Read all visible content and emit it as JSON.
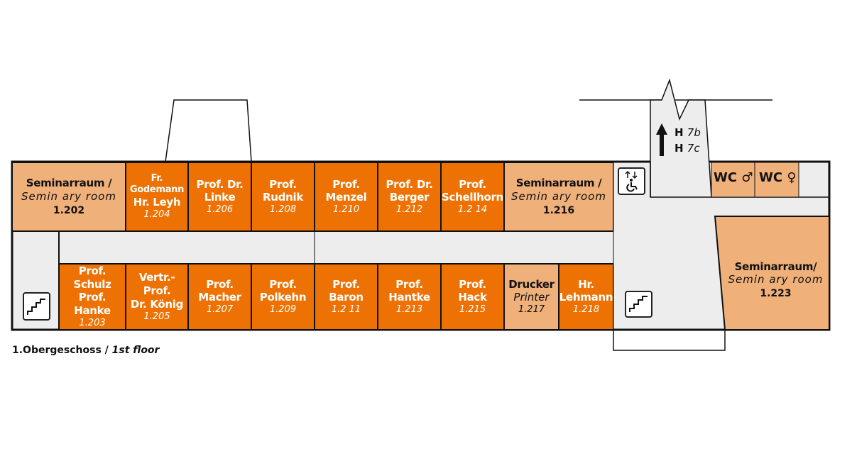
{
  "colors": {
    "office": "#EE7203",
    "seminar": "#EFB07A",
    "corridor": "#EDEDED"
  },
  "top_rooms": [
    {
      "lines": [
        "Seminarraum /"
      ],
      "en": "Semin ary room",
      "num": "1.202",
      "type": "seminar"
    },
    {
      "lines": [
        "Fr.",
        "Godemann",
        "Hr. Leyh"
      ],
      "num": "1.204",
      "type": "office"
    },
    {
      "lines": [
        "Prof. Dr.",
        "Linke"
      ],
      "num": "1.206",
      "type": "office"
    },
    {
      "lines": [
        "Prof.",
        "Rudnik"
      ],
      "num": "1.208",
      "type": "office"
    },
    {
      "lines": [
        "Prof.",
        "Menzel"
      ],
      "num": "1.210",
      "type": "office"
    },
    {
      "lines": [
        "Prof. Dr.",
        "Berger"
      ],
      "num": "1.212",
      "type": "office"
    },
    {
      "lines": [
        "Prof.",
        "Schellhorn"
      ],
      "num": "1.2 14",
      "type": "office"
    },
    {
      "lines": [
        "Seminarraum /"
      ],
      "en": "Semin ary room",
      "num": "1.216",
      "type": "seminar"
    }
  ],
  "bottom_rooms": [
    {
      "lines": [
        "Prof. Schulz",
        "Prof. Hanke"
      ],
      "num": "1.203",
      "type": "office"
    },
    {
      "lines": [
        "Vertr.-Prof.",
        "Dr. König"
      ],
      "num": "1.205",
      "type": "office"
    },
    {
      "lines": [
        "Prof.",
        "Macher"
      ],
      "num": "1.207",
      "type": "office"
    },
    {
      "lines": [
        "Prof.",
        "Polkehn"
      ],
      "num": "1.209",
      "type": "office"
    },
    {
      "lines": [
        "Prof.",
        "Baron"
      ],
      "num": "1.2 11",
      "type": "office"
    },
    {
      "lines": [
        "Prof.",
        "Hantke"
      ],
      "num": "1.213",
      "type": "office"
    },
    {
      "lines": [
        "Prof.",
        "Hack"
      ],
      "num": "1.215",
      "type": "office"
    },
    {
      "lines": [
        "Drucker"
      ],
      "en": "Printer",
      "num": "1.217",
      "type": "printer"
    },
    {
      "lines": [
        "Hr.",
        "Lehmann"
      ],
      "num": "1.218",
      "type": "office"
    }
  ],
  "seminar_1223": {
    "lines": [
      "Seminarraum/"
    ],
    "en": "Semin ary room",
    "num": "1.223"
  },
  "wc": {
    "men": "WC ♂",
    "women": "WC ♀"
  },
  "exit": {
    "h1": "H",
    "h1b": "7b",
    "h2": "H",
    "h2b": "7c"
  },
  "caption": {
    "de": "1.Obergeschoss / ",
    "en": "1st floor"
  }
}
